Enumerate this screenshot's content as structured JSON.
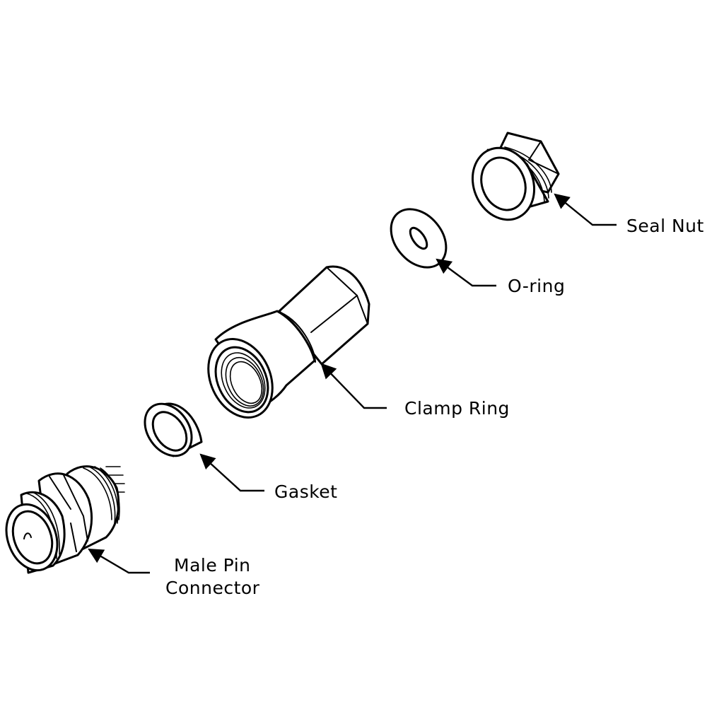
{
  "diagram": {
    "line_color": "#000000",
    "background": "#ffffff",
    "labels": {
      "seal_nut": "Seal Nut",
      "o_ring": "O-ring",
      "clamp_ring": "Clamp Ring",
      "gasket": "Gasket",
      "male_pin_line1": "Male Pin",
      "male_pin_line2": "Connector"
    }
  }
}
